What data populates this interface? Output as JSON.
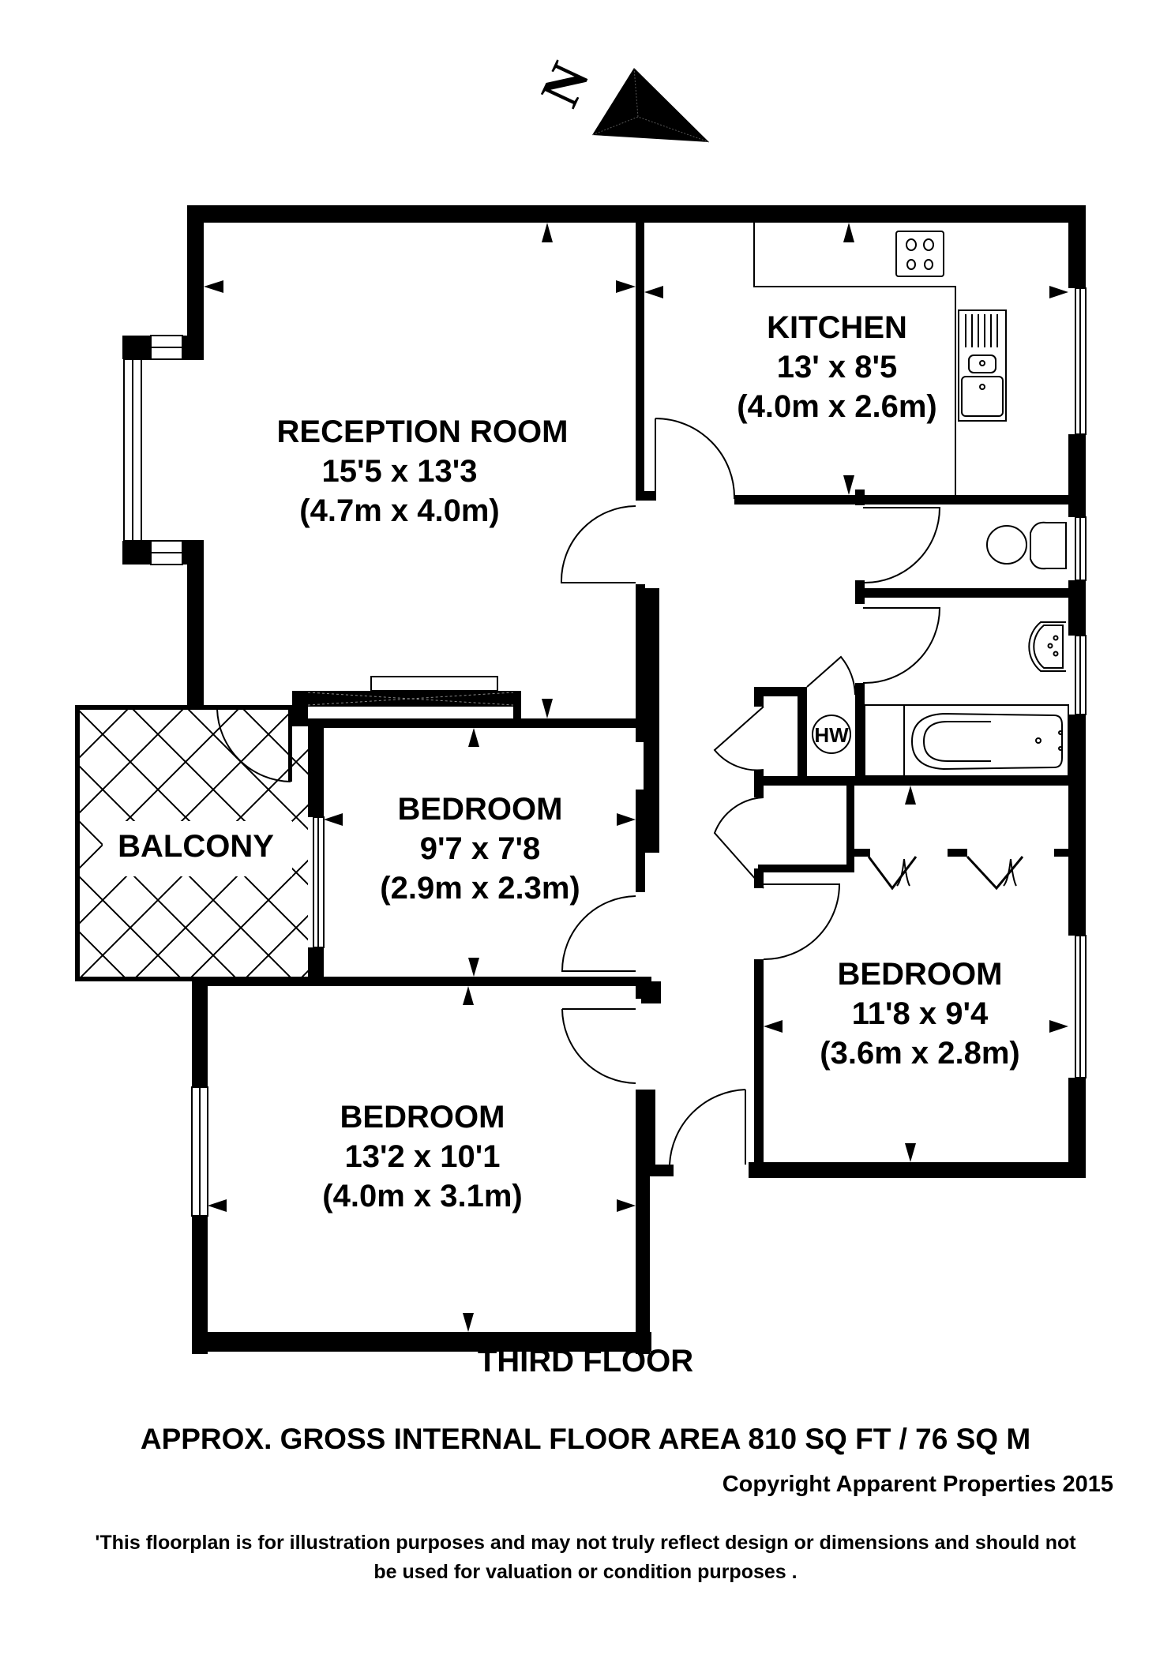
{
  "compass": {
    "label": "N",
    "icon": "north-arrow-icon"
  },
  "rooms": {
    "reception": {
      "name": "RECEPTION ROOM",
      "imperial": "15'5 x 13'3",
      "metric": "(4.7m x 4.0m)"
    },
    "kitchen": {
      "name": "KITCHEN",
      "imperial": "13' x 8'5",
      "metric": "(4.0m x 2.6m)"
    },
    "bedroom_middle": {
      "name": "BEDROOM",
      "imperial": "9'7 x 7'8",
      "metric": "(2.9m x 2.3m)"
    },
    "bedroom_bottom": {
      "name": "BEDROOM",
      "imperial": "13'2 x 10'1",
      "metric": "(4.0m x 3.1m)"
    },
    "bedroom_right": {
      "name": "BEDROOM",
      "imperial": "11'8 x 9'4",
      "metric": "(3.6m x 2.8m)"
    },
    "balcony": {
      "name": "BALCONY"
    },
    "hot_water": {
      "name": "HW"
    }
  },
  "footer": {
    "floor_name": "THIRD FLOOR",
    "floor_area": "APPROX. GROSS INTERNAL FLOOR AREA 810 SQ FT / 76 SQ M",
    "copyright": "Copyright Apparent Properties 2015",
    "disclaimer_line1": "'This floorplan is for illustration purposes and may not truly reflect design or dimensions and should not",
    "disclaimer_line2": "be used for valuation or condition purposes  ."
  },
  "colors": {
    "wall": "#000000",
    "background": "#ffffff"
  }
}
